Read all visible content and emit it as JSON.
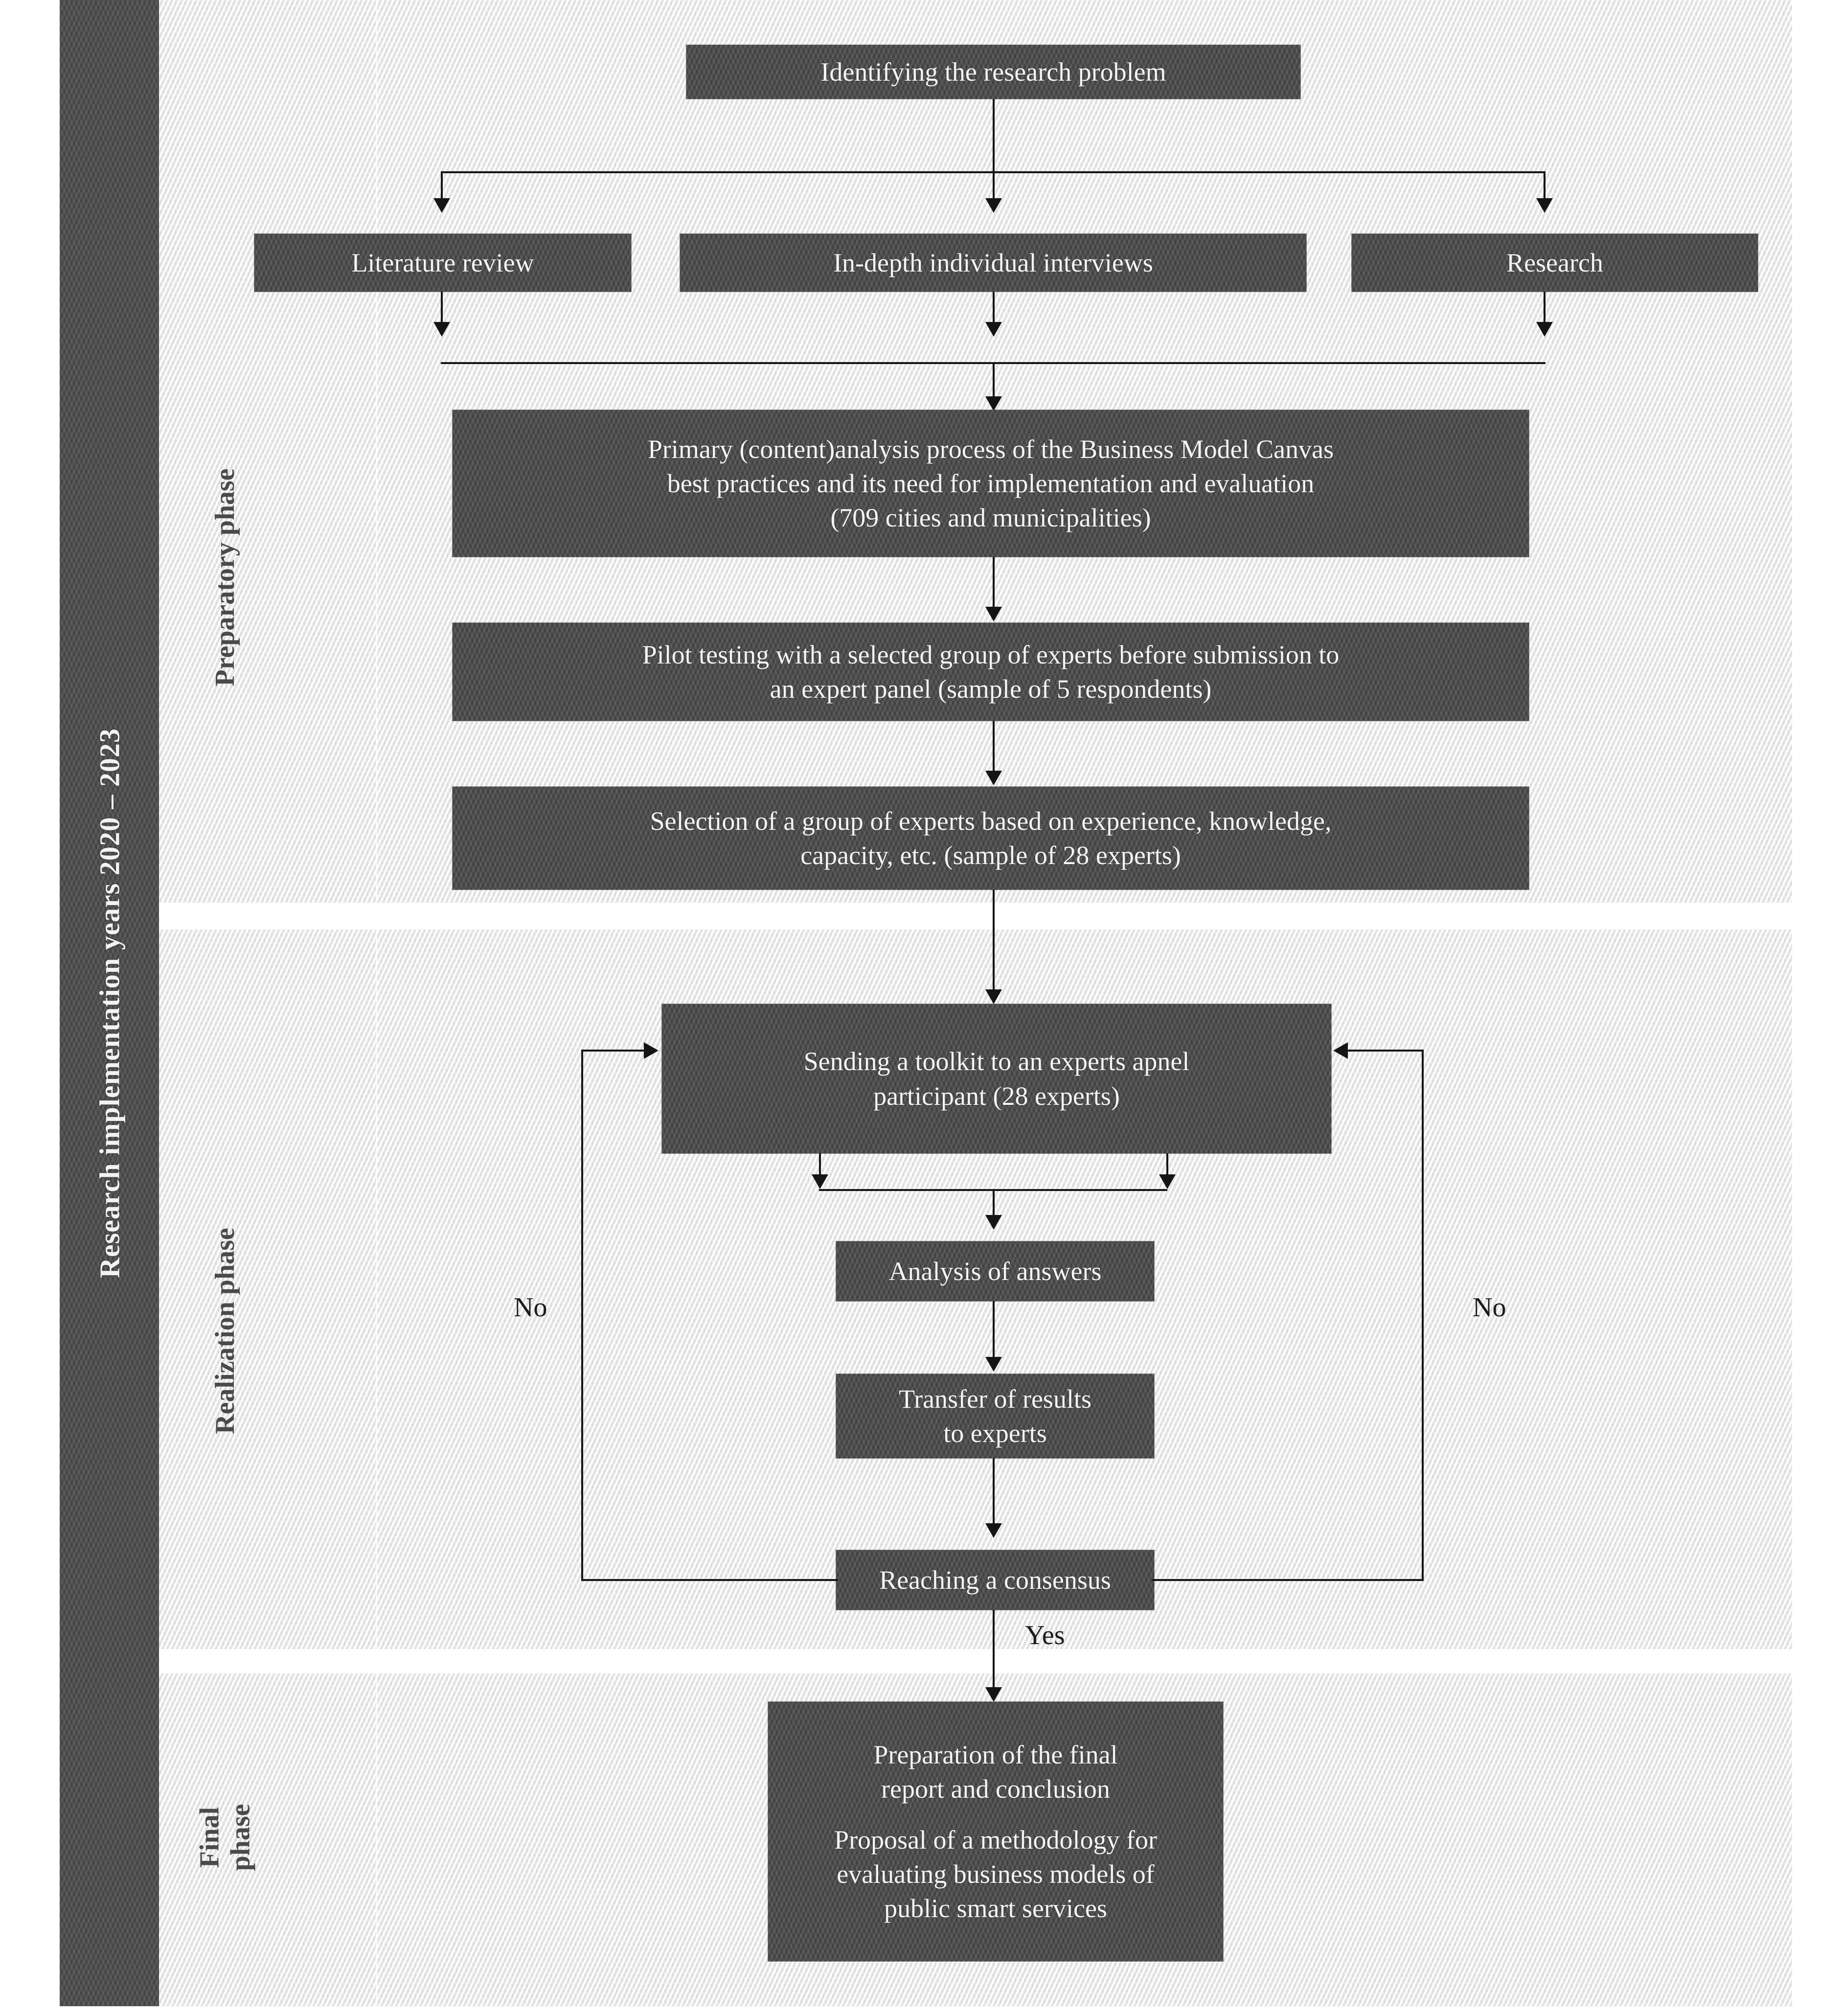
{
  "figure": {
    "kind": "research-methodology-flowchart",
    "rail_label": "Research implementation   years  2020 – 2023",
    "colors": {
      "node_fill": "#4b4b4b",
      "node_text": "#f5f5f5",
      "band_fill": "#f0f0f0",
      "rail_fill": "#4d4d4d",
      "connector": "#151515",
      "phase_label_text": "#4a4a4a"
    }
  },
  "phases": [
    {
      "id": "preparatory",
      "label": "Preparatory phase"
    },
    {
      "id": "realization",
      "label": "Realization phase"
    },
    {
      "id": "final",
      "label_line1": "Final",
      "label_line2": "phase"
    }
  ],
  "nodes": {
    "problem": "Identifying the research problem",
    "literature": "Literature review",
    "interviews": "In-depth individual interviews",
    "research": "Research",
    "primary": "Primary (content)analysis process of the Business Model Canvas\nbest practices and its need for implementation and evaluation\n(709 cities and municipalities)",
    "pilot": "Pilot testing with a selected group of experts before submission to\nan expert panel (sample of 5 respondents)",
    "selection": "Selection of a group of experts based on experience, knowledge,\ncapacity, etc. (sample of 28 experts)",
    "toolkit": "Sending a toolkit to an experts apnel\nparticipant (28 experts)",
    "analysis": "Analysis of answers",
    "transfer": "Transfer of results\nto experts",
    "consensus": "Reaching a consensus",
    "final_p1": "Preparation of the final\nreport and conclusion",
    "final_p2": "Proposal of a methodology for\nevaluating business models of\npublic smart services"
  },
  "edge_labels": {
    "no_left": "No",
    "no_right": "No",
    "yes": "Yes"
  }
}
